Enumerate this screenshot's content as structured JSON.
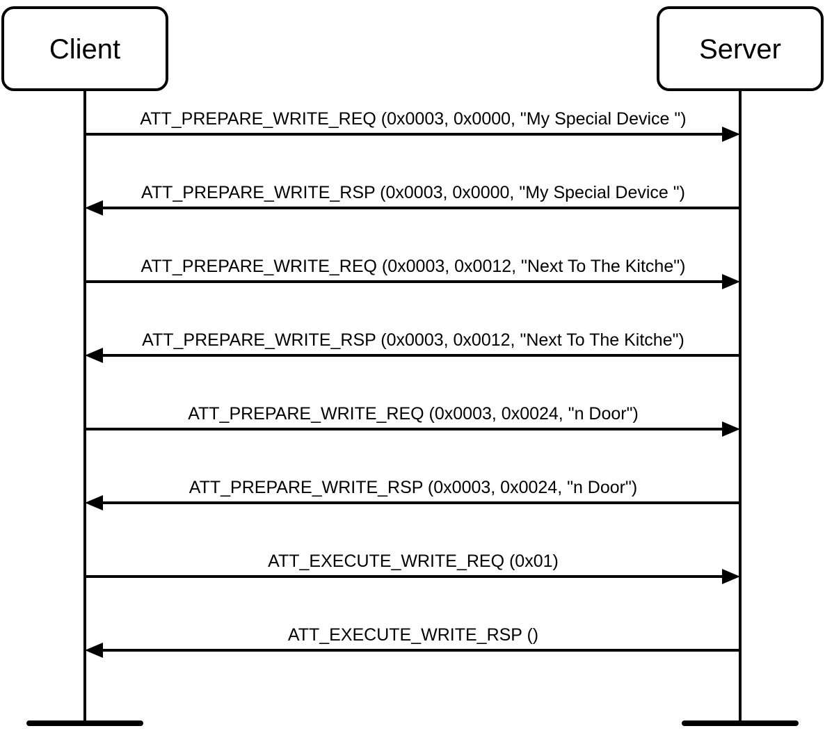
{
  "actors": [
    {
      "id": "client",
      "label": "Client"
    },
    {
      "id": "server",
      "label": "Server"
    }
  ],
  "messages": [
    {
      "from": "client",
      "to": "server",
      "label": "ATT_PREPARE_WRITE_REQ (0x0003, 0x0000, \"My Special Device \")"
    },
    {
      "from": "server",
      "to": "client",
      "label": "ATT_PREPARE_WRITE_RSP (0x0003, 0x0000, \"My Special Device \")"
    },
    {
      "from": "client",
      "to": "server",
      "label": "ATT_PREPARE_WRITE_REQ (0x0003, 0x0012, \"Next To The Kitche\")"
    },
    {
      "from": "server",
      "to": "client",
      "label": "ATT_PREPARE_WRITE_RSP (0x0003, 0x0012, \"Next To The Kitche\")"
    },
    {
      "from": "client",
      "to": "server",
      "label": "ATT_PREPARE_WRITE_REQ (0x0003, 0x0024, \"n Door\")"
    },
    {
      "from": "server",
      "to": "client",
      "label": "ATT_PREPARE_WRITE_RSP (0x0003, 0x0024, \"n Door\")"
    },
    {
      "from": "client",
      "to": "server",
      "label": "ATT_EXECUTE_WRITE_REQ (0x01)"
    },
    {
      "from": "server",
      "to": "client",
      "label": "ATT_EXECUTE_WRITE_RSP ()"
    }
  ]
}
